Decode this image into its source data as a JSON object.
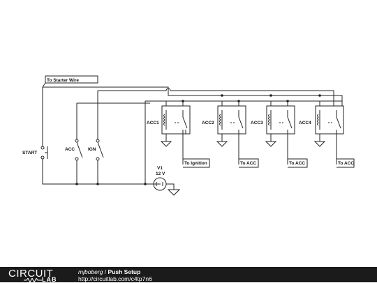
{
  "schematic": {
    "labels": {
      "start": "START",
      "acc": "ACC",
      "ign": "IGN",
      "acc1": "ACC1",
      "acc2": "ACC2",
      "acc3": "ACC3",
      "acc4": "ACC4",
      "v1_name": "V1",
      "v1_value": "12 V"
    },
    "flags": {
      "starter": "To Starter Wire",
      "ignition": "To Ignition",
      "acc2": "To ACC",
      "acc3": "To ACC",
      "acc4": "To ACC"
    }
  },
  "footer": {
    "logo_top": "CIRCUIT",
    "logo_bottom": "LAB",
    "author": "mjboberg",
    "separator": " / ",
    "title": "Push Setup",
    "url": "http://circuitlab.com/c4tp7n6"
  }
}
